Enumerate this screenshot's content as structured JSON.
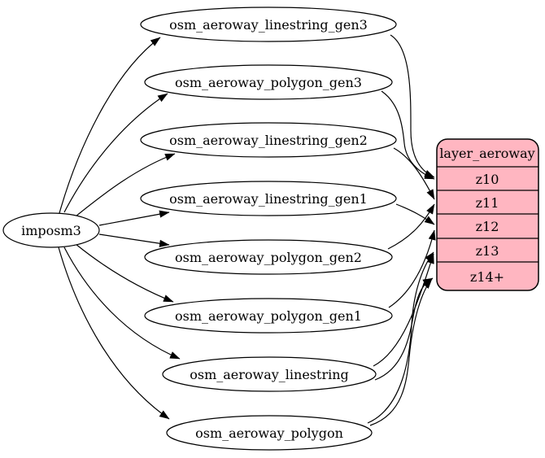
{
  "source": {
    "label": "imposm3"
  },
  "tables": [
    {
      "label": "osm_aeroway_linestring_gen3"
    },
    {
      "label": "osm_aeroway_polygon_gen3"
    },
    {
      "label": "osm_aeroway_linestring_gen2"
    },
    {
      "label": "osm_aeroway_linestring_gen1"
    },
    {
      "label": "osm_aeroway_polygon_gen2"
    },
    {
      "label": "osm_aeroway_polygon_gen1"
    },
    {
      "label": "osm_aeroway_linestring"
    },
    {
      "label": "osm_aeroway_polygon"
    }
  ],
  "layer": {
    "title": "layer_aeroway",
    "rows": [
      "z10",
      "z11",
      "z12",
      "z13",
      "z14+"
    ],
    "fill": "#ffb6c1"
  },
  "edges": {
    "from_source_to": [
      "osm_aeroway_linestring_gen3",
      "osm_aeroway_polygon_gen3",
      "osm_aeroway_linestring_gen2",
      "osm_aeroway_linestring_gen1",
      "osm_aeroway_polygon_gen2",
      "osm_aeroway_polygon_gen1",
      "osm_aeroway_linestring",
      "osm_aeroway_polygon"
    ],
    "to_layer": [
      {
        "from": "osm_aeroway_linestring_gen3",
        "to": "z10"
      },
      {
        "from": "osm_aeroway_polygon_gen3",
        "to": "z10"
      },
      {
        "from": "osm_aeroway_linestring_gen2",
        "to": "z11"
      },
      {
        "from": "osm_aeroway_polygon_gen2",
        "to": "z11"
      },
      {
        "from": "osm_aeroway_linestring_gen1",
        "to": "z12"
      },
      {
        "from": "osm_aeroway_polygon_gen1",
        "to": "z12"
      },
      {
        "from": "osm_aeroway_linestring",
        "to": "z13"
      },
      {
        "from": "osm_aeroway_polygon",
        "to": "z13"
      },
      {
        "from": "osm_aeroway_linestring",
        "to": "z14+"
      },
      {
        "from": "osm_aeroway_polygon",
        "to": "z14+"
      }
    ]
  },
  "colors": {
    "background": "#ffffff",
    "node_fill": "#ffffff",
    "stroke": "#000000",
    "layer_fill": "#ffb6c1"
  }
}
